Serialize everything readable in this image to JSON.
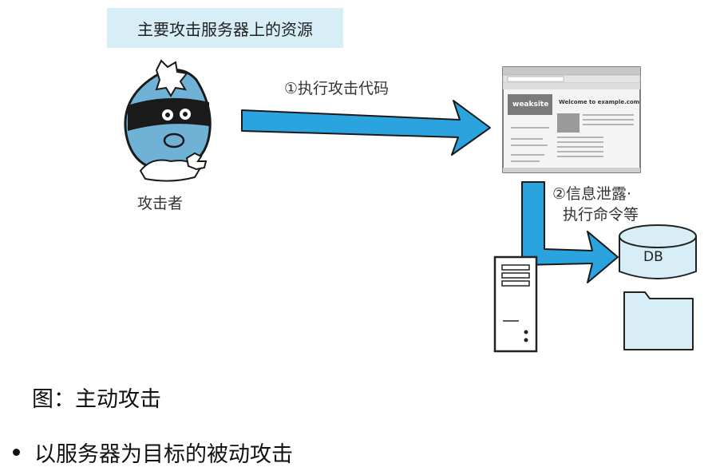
{
  "diagram": {
    "title": "主要攻击服务器上的资源",
    "attacker_label": "攻击者",
    "step1": "①执行攻击代码",
    "step2_line1": "②信息泄露·",
    "step2_line2": "执行命令等",
    "db_label": "DB",
    "browser_site_name": "weaksite",
    "browser_heading": "Welcome to example.com",
    "colors": {
      "arrow": "#2aa3de",
      "arrow_outline": "#1a1a1a",
      "title_bg": "#d7eef7",
      "db_fill": "#d7eef7"
    }
  },
  "caption": "图：主动攻击",
  "bullet": "以服务器为目标的被动攻击"
}
